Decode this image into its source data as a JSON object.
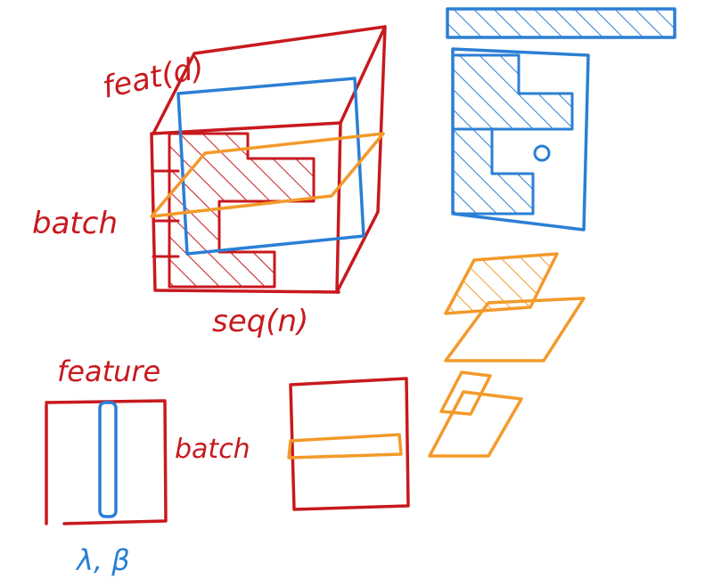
{
  "colors": {
    "red": "#c8191e",
    "blue": "#2b7fd4",
    "orange": "#f39a2a",
    "background": "#ffffff"
  },
  "labels": {
    "feat_d": "feat(d)",
    "batch_top": "batch",
    "seq_n": "seq(n)",
    "feature": "feature",
    "batch_bottom": "batch",
    "lambda_beta": "λ, β"
  }
}
